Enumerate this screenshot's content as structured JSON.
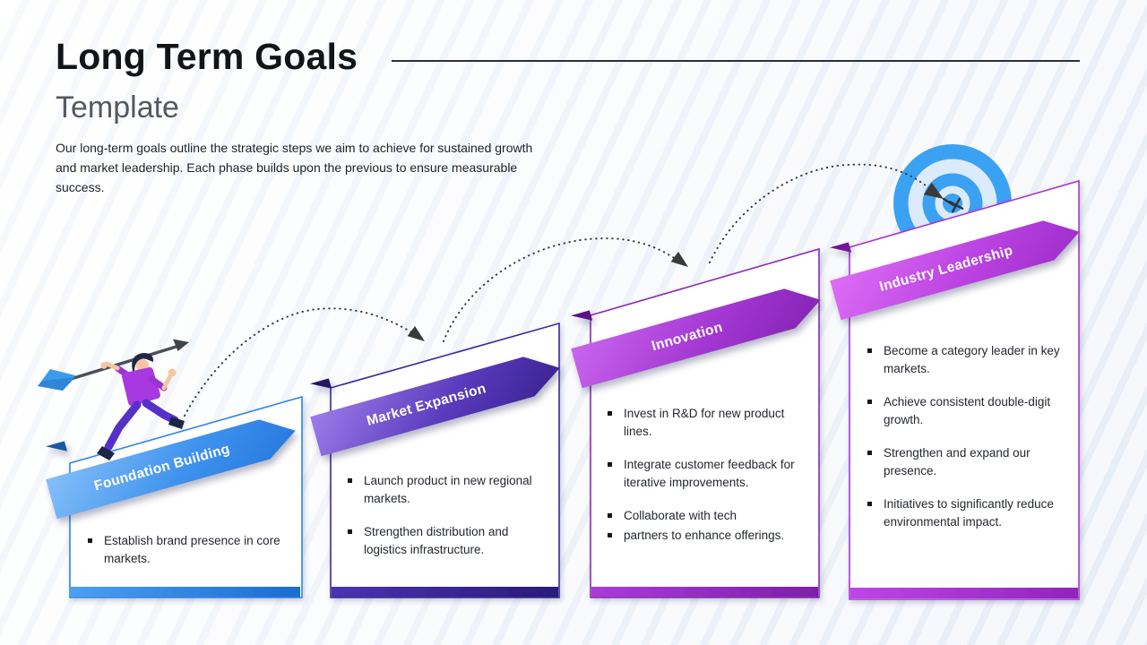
{
  "header": {
    "title": "Long Term Goals",
    "subtitle": "Template",
    "description": "Our long-term goals outline the strategic steps we aim to achieve for sustained growth and market leadership. Each phase builds upon the previous to ensure measurable success."
  },
  "cards": [
    {
      "label": "Foundation Building",
      "accent": "#2e86e5",
      "bullets": [
        {
          "text": "Establish brand presence in core markets."
        }
      ]
    },
    {
      "label": "Market Expansion",
      "accent": "#3b2b9a",
      "bullets": [
        {
          "text": "Launch product in new regional markets."
        },
        {
          "text": "Strengthen distribution and logistics infrastructure."
        }
      ]
    },
    {
      "label": "Innovation",
      "accent": "#8a2cb5",
      "bullets": [
        {
          "text": "Invest in R&D for new product lines."
        },
        {
          "text": "Integrate customer feedback for iterative improvements."
        },
        {
          "text": "Collaborate with tech",
          "tight": true
        },
        {
          "text": "partners to enhance offerings."
        }
      ]
    },
    {
      "label": "Industry Leadership",
      "accent": "#a737ce",
      "bullets": [
        {
          "text": "Become a category leader in key markets."
        },
        {
          "text": "Achieve consistent double-digit growth."
        },
        {
          "text": "Strengthen and expand our presence."
        },
        {
          "text": "Initiatives to significantly reduce environmental impact."
        }
      ]
    }
  ],
  "illustrations": {
    "target": "target-bullseye-icon",
    "runner": "runner-with-javelin-arrow-illustration",
    "connectors": "dotted-arc-arrow"
  },
  "colors": {
    "target_blue": "#3ba1f2",
    "target_light": "#dcebfb",
    "arrow_dark": "#3a3a3a",
    "title_dark": "#121417",
    "subtitle_gray": "#54585f"
  }
}
